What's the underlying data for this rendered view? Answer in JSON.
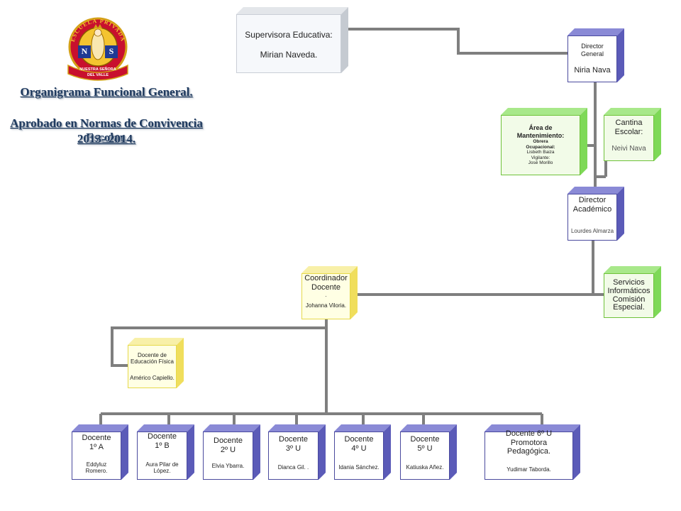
{
  "logo": {
    "top_text": "ESCUELA PRIVADA",
    "initials_left": "N",
    "initials_right": "S",
    "bottom_text_1": "NUESTRA SEÑORA",
    "bottom_text_2": "DEL VALLE"
  },
  "title": {
    "line1": "Organigrama Funcional General.",
    "line2": "Aprobado en Normas de Convivencia Escolar.",
    "line3": "2013- 2014."
  },
  "nodes": {
    "supervisora": {
      "label": "Supervisora Educativa:",
      "name": "Mirian Naveda."
    },
    "director_general": {
      "label": "Director\nGeneral",
      "name": "Niria Nava"
    },
    "mantenimiento": {
      "label": "Área de\nMantenimiento:",
      "sub1": "Obrera\nOcupacional:",
      "sub2": "Lisbeth Baiza\nVigilante:\nJosé Morillo"
    },
    "cantina": {
      "label": "Cantina\nEscolar:",
      "name": "Neivi Nava"
    },
    "director_academico": {
      "label": "Director\nAcadémico",
      "name": "Lourdes Almarza"
    },
    "servicios": {
      "label": "Servicios\nInformáticos\nComisión\nEspecial."
    },
    "coordinador": {
      "label": "Coordinador\nDocente",
      "dot": ".",
      "name": "Johanna Viloria."
    },
    "educacion_fisica": {
      "label": "Docente de\nEducación Física",
      "name": "Américo Capiello."
    },
    "docente_1a": {
      "label": "Docente\n1º A",
      "name": "Eddyluz\nRomero."
    },
    "docente_1b": {
      "label": "Docente\n1º B",
      "name": "Aura Pilar de\nLópez."
    },
    "docente_2u": {
      "label": "Docente\n2º U",
      "name": "Elvia Ybarra."
    },
    "docente_3u": {
      "label": "Docente\n3º U",
      "name": "Dianca Gil. ."
    },
    "docente_4u": {
      "label": "Docente\n4º U",
      "name": "Idania Sánchez."
    },
    "docente_5u": {
      "label": "Docente\n5º U",
      "name": "Katiuska Añez."
    },
    "docente_6u": {
      "label": "Docente 6º U\nPromotora\nPedagógica.",
      "name": "Yudimar Taborda."
    }
  },
  "colors": {
    "connector": "#7f7f7f",
    "blue_border": "#4a4a9e",
    "blue_side": "#5b5bb8",
    "blue_top": "#8a8ad6",
    "green_border": "#6fc23a",
    "green_side": "#7ed957",
    "green_face": "#f2fbe8",
    "yellow_face": "#ffffe4",
    "yellow_side": "#f5e77a",
    "gray_side": "#d2d6dc",
    "gray_face": "#f6f8fb"
  }
}
